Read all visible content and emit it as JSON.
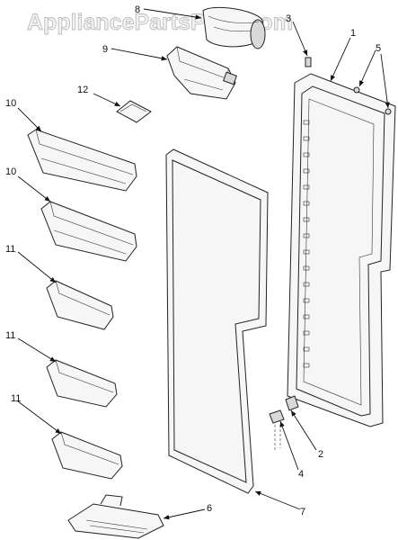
{
  "watermark": "AppliancePartsPros.com",
  "callouts": {
    "c1": "1",
    "c2": "2",
    "c3": "3",
    "c4": "4",
    "c5": "5",
    "c6": "6",
    "c7": "7",
    "c8": "8",
    "c9": "9",
    "c10a": "10",
    "c10b": "10",
    "c11a": "11",
    "c11b": "11",
    "c11c": "11",
    "c12": "12"
  }
}
